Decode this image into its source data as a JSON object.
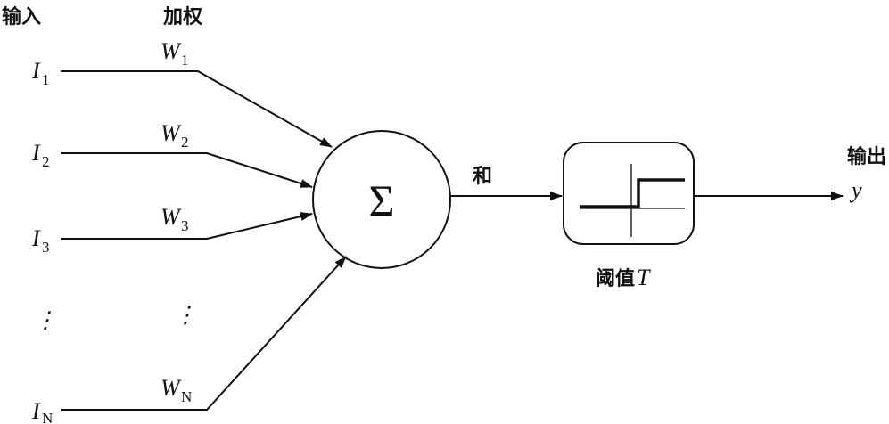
{
  "headers": {
    "inputs": "输入",
    "weights": "加权"
  },
  "inputs": [
    {
      "label": "I",
      "sub": "1"
    },
    {
      "label": "I",
      "sub": "2"
    },
    {
      "label": "I",
      "sub": "3"
    },
    {
      "label": "I",
      "sub": "N"
    }
  ],
  "weights": [
    {
      "label": "W",
      "sub": "1"
    },
    {
      "label": "W",
      "sub": "2"
    },
    {
      "label": "W",
      "sub": "3"
    },
    {
      "label": "W",
      "sub": "N"
    }
  ],
  "ellipsis": "⋮",
  "sum_symbol": "Σ",
  "sum_label": "和",
  "threshold_label": "阈值",
  "threshold_symbol": "T",
  "output_label": "输出",
  "output_symbol": "y"
}
